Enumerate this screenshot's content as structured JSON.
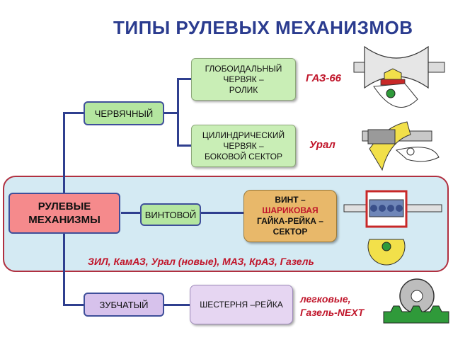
{
  "title": "ТИПЫ РУЛЕВЫХ МЕХАНИЗМОВ",
  "root": "РУЛЕВЫЕ МЕХАНИЗМЫ",
  "types": {
    "worm": "ЧЕРВЯЧНЫЙ",
    "screw": "ВИНТОВОЙ",
    "gear": "ЗУБЧАТЫЙ"
  },
  "subtypes": {
    "globoid_line1": "ГЛОБОИДАЛЬНЫЙ",
    "globoid_line2": "ЧЕРВЯК –",
    "globoid_line3": "РОЛИК",
    "cylindrical_line1": "ЦИЛИНДРИЧЕСКИЙ",
    "cylindrical_line2": "ЧЕРВЯК –",
    "cylindrical_line3": "БОКОВОЙ СЕКТОР",
    "ballnut_line1": "ВИНТ –",
    "ballnut_line2": "ШАРИКОВАЯ",
    "ballnut_line3": "ГАЙКА-РЕЙКА –",
    "ballnut_line4": "СЕКТОР",
    "rack": "ШЕСТЕРНЯ –РЕЙКА"
  },
  "applications": {
    "globoid": "ГАЗ-66",
    "cylindrical": "Урал",
    "ballnut": "ЗИЛ, КамАЗ, Урал (новые), МАЗ, КрАЗ, Газель",
    "rack_line1": "легковые,",
    "rack_line2": "Газель-NEXT"
  },
  "colors": {
    "connector": "#2f3f8f",
    "label_red": "#c0152a",
    "title_blue": "#2b3c8f"
  }
}
